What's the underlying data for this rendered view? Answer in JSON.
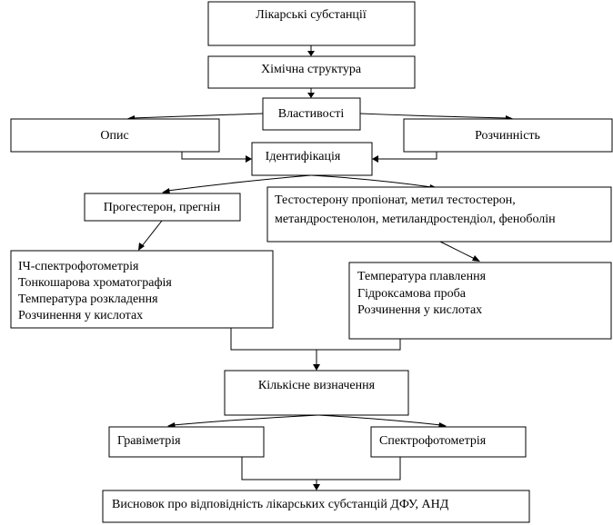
{
  "diagram": {
    "substances": "Лікарські субстанції",
    "structure": "Хімічна структура",
    "properties": "Властивості",
    "description": "Опис",
    "solubility": "Розчинність",
    "identification": "Ідентифікація",
    "progesterone": "Прогестерон, прегнін",
    "testosterone": {
      "line1": "Тестостерону пропіонат, метил тестостерон,",
      "line2": "метандростенолон, метиландростендіол, феноболін"
    },
    "methods_left": {
      "line1": "ІЧ-спектрофотометрія",
      "line2": "Тонкошарова хроматографія",
      "line3": "Температура розкладення",
      "line4": "Розчинення у кислотах"
    },
    "methods_right": {
      "line1": "Температура плавлення",
      "line2": "Гідроксамова проба",
      "line3": "Розчинення у кислотах"
    },
    "quantitative": "Кількісне визначення",
    "gravimetry": "Гравіметрія",
    "spectrophotometry": "Спектрофотометрія",
    "conclusion": "Висновок про відповідність лікарських субстанцій ДФУ, АНД"
  }
}
